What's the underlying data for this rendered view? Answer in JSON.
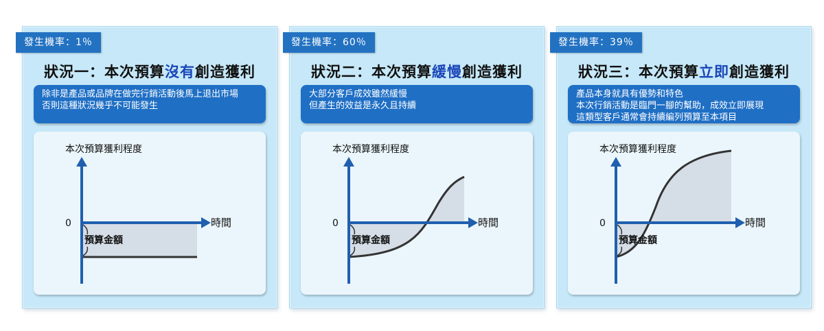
{
  "panels": [
    {
      "badge": "發生機率：1％",
      "title_pre": "狀況一：本次預算",
      "title_hl": "沒有",
      "title_post": "創造獲利",
      "desc": [
        "除非是產品或品牌在做完行銷活動後馬上退出市場",
        "否則這種狀況幾乎不可能發生"
      ],
      "y_axis_label": "本次預算獲利程度",
      "x_axis_label": "時間",
      "zero_label": "0",
      "budget_label": "預算金額",
      "curve": "flat"
    },
    {
      "badge": "發生機率：60％",
      "title_pre": "狀況二：本次預算",
      "title_hl": "緩慢",
      "title_post": "創造獲利",
      "desc": [
        "大部分客戶成效雖然緩慢",
        "但產生的效益是永久且持續"
      ],
      "y_axis_label": "本次預算獲利程度",
      "x_axis_label": "時間",
      "zero_label": "0",
      "budget_label": "預算金額",
      "curve": "slow"
    },
    {
      "badge": "發生機率：39％",
      "title_pre": "狀況三：本次預算",
      "title_hl": "立即",
      "title_post": "創造獲利",
      "desc": [
        "產品本身就具有優勢和特色",
        "本次行銷活動是臨門一腳的幫助，成效立即展現",
        "這類型客戶通常會持續編列預算至本項目"
      ],
      "y_axis_label": "本次預算獲利程度",
      "x_axis_label": "時間",
      "zero_label": "0",
      "budget_label": "預算金額",
      "curve": "fast"
    }
  ],
  "colors": {
    "panel_bg": "#c6e8f8",
    "badge_bg": "#2372c2",
    "desc_bg": "#1f6fc5",
    "axis": "#1f5fae",
    "curve": "#333333",
    "fill": "#d5dde6",
    "title_highlight": "#1a46b8"
  }
}
